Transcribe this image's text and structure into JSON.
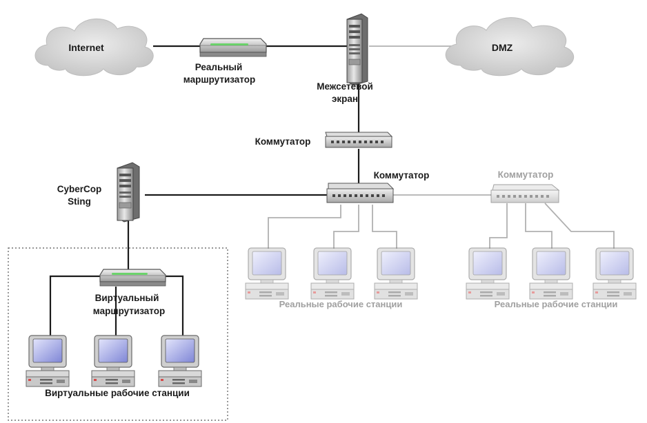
{
  "clouds": {
    "internet": "Internet",
    "dmz": "DMZ"
  },
  "labels": {
    "real_router_line1": "Реальный",
    "real_router_line2": "маршрутизатор",
    "firewall_line1": "Межсетевой",
    "firewall_line2": "экран",
    "switch_top": "Коммутатор",
    "switch_main": "Коммутатор",
    "switch_gray": "Коммутатор",
    "cybercop_line1": "CyberCop",
    "cybercop_line2": "Sting",
    "virtual_router_line1": "Виртуальный",
    "virtual_router_line2": "маршрутизатор",
    "real_workstations_1": "Реальные рабочие станции",
    "real_workstations_2": "Реальные рабочие станции",
    "virtual_workstations": "Виртуальные рабочие станции"
  },
  "colors": {
    "link": "#1a1a1a",
    "link_gray": "#b0b0b0",
    "cloud": "#d6d6d6",
    "label_gray": "#9e9e9e",
    "screen": "#7f86d6",
    "router_led": "#5fd35f"
  }
}
